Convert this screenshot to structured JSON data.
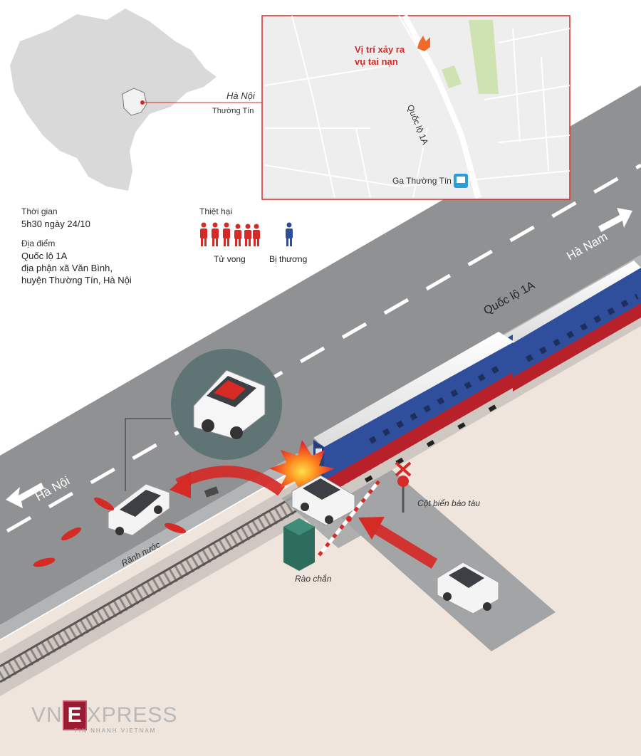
{
  "map": {
    "province_label": "Hà Nội",
    "district_label": "Thường Tín",
    "accident_label_line1": "Vị trí xảy ra",
    "accident_label_line2": "vụ tai nạn",
    "road_label": "Quốc lộ 1A",
    "station_label": "Ga Thường Tín"
  },
  "info": {
    "time_heading": "Thời gian",
    "time_value": "5h30 ngày 24/10",
    "location_heading": "Địa điểm",
    "location_line1": "Quốc lộ 1A",
    "location_line2": "địa phận xã Văn Bình,",
    "location_line3": "huyện Thường Tín, Hà Nội",
    "damage_heading": "Thiệt hại",
    "deaths_label": "Tử vong",
    "injured_label": "Bị thương",
    "deaths_count": 6,
    "injured_count": 1
  },
  "scene": {
    "road_name": "Quốc lộ 1A",
    "direction_left": "Hà Nội",
    "direction_right": "Hà Nam",
    "drain_label": "Rãnh nước",
    "barrier_label": "Rào chắn",
    "signal_label": "Cột biển báo tàu"
  },
  "logo": {
    "left": "VN",
    "letter": "E",
    "right": "XPRESS",
    "tagline": "TIN NHANH VIETNAM"
  },
  "colors": {
    "road": "#8f9193",
    "road_edge": "#a9abad",
    "ground": "#efe5dd",
    "accent_red": "#d62a27",
    "map_border": "#d62a27",
    "train_blue": "#2f4f9c",
    "train_red": "#b8202a",
    "injured_blue": "#2d4e96",
    "station_icon": "#2a9fd6",
    "logo_maroon": "#9b1b30",
    "logo_grey": "#b8b8b8"
  }
}
